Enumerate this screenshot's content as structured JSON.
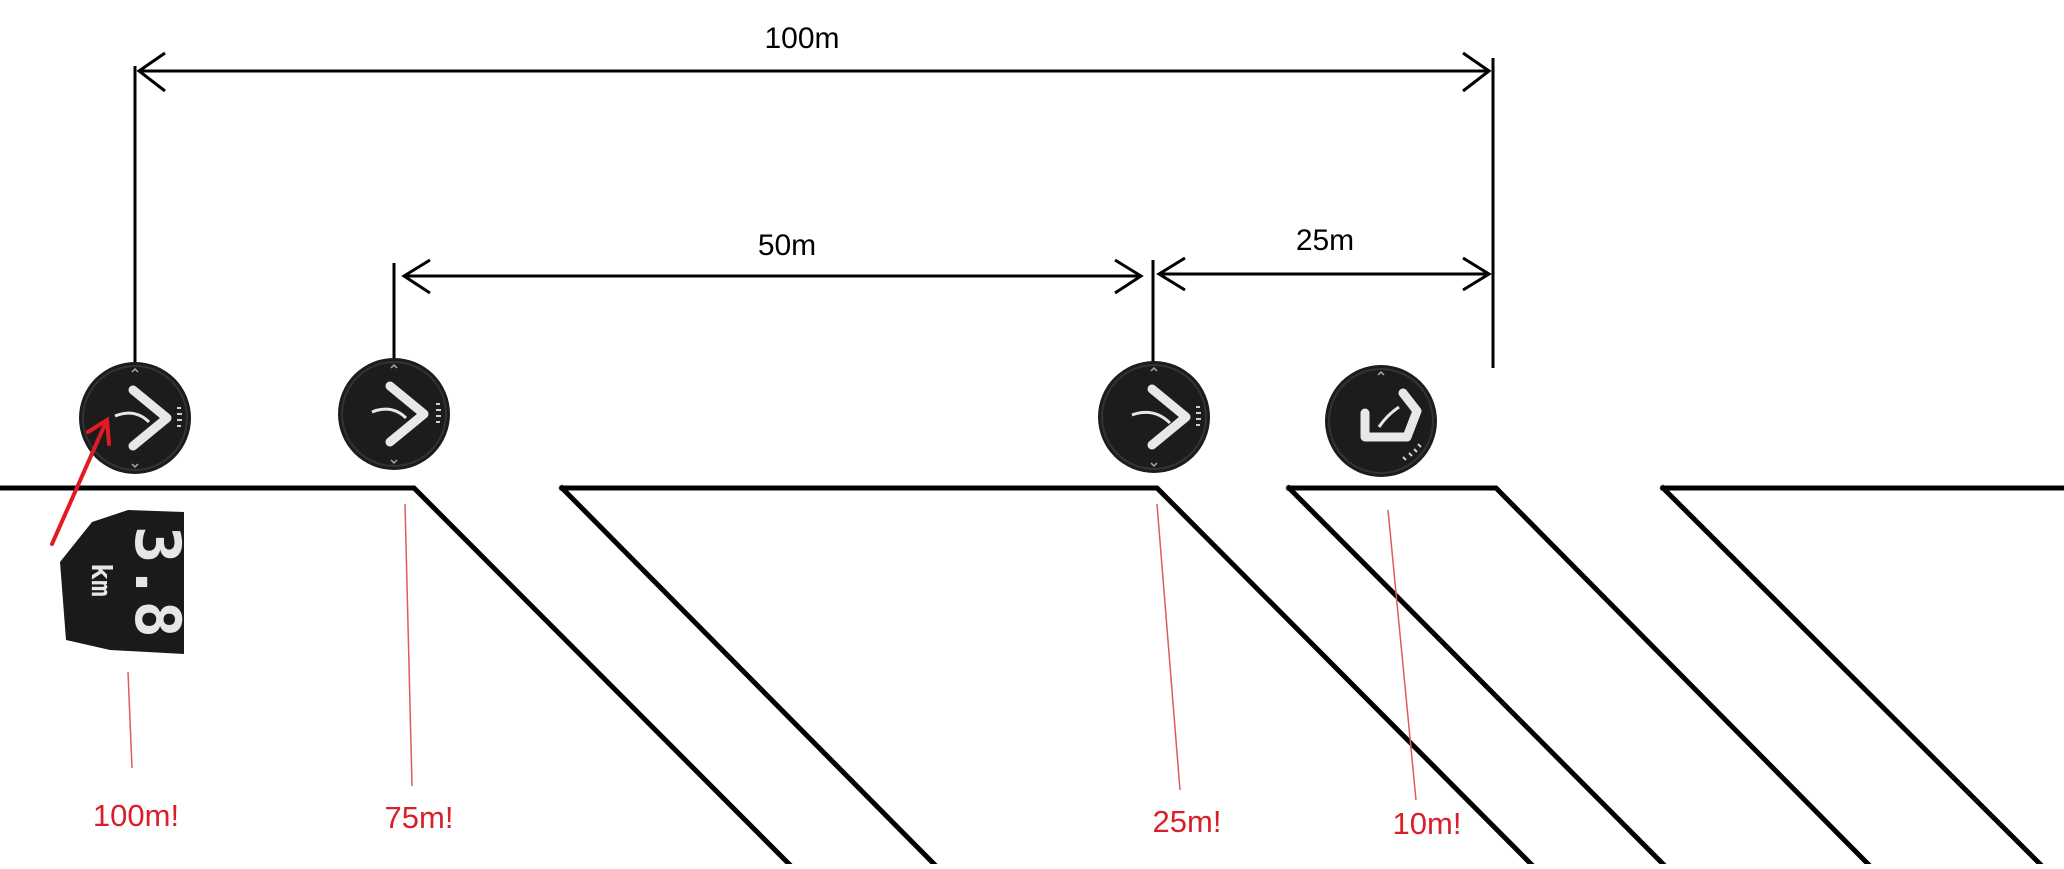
{
  "dimensions": [
    {
      "id": "d100",
      "label": "100m"
    },
    {
      "id": "d50",
      "label": "50m"
    },
    {
      "id": "d25",
      "label": "25m"
    }
  ],
  "callouts": [
    {
      "id": "c100",
      "label": "100m!"
    },
    {
      "id": "c75",
      "label": "75m!"
    },
    {
      "id": "c25",
      "label": "25m!"
    },
    {
      "id": "c10",
      "label": "10m!"
    }
  ],
  "distance_badge": {
    "value": "3.8",
    "unit": "km"
  },
  "colors": {
    "line": "#000000",
    "callout": "#d9202a",
    "leader": "#e05a5a",
    "watch_face": "#1c1c1c",
    "watch_glyph": "#e8e8e8",
    "pointer_arrow": "#e01b24"
  }
}
